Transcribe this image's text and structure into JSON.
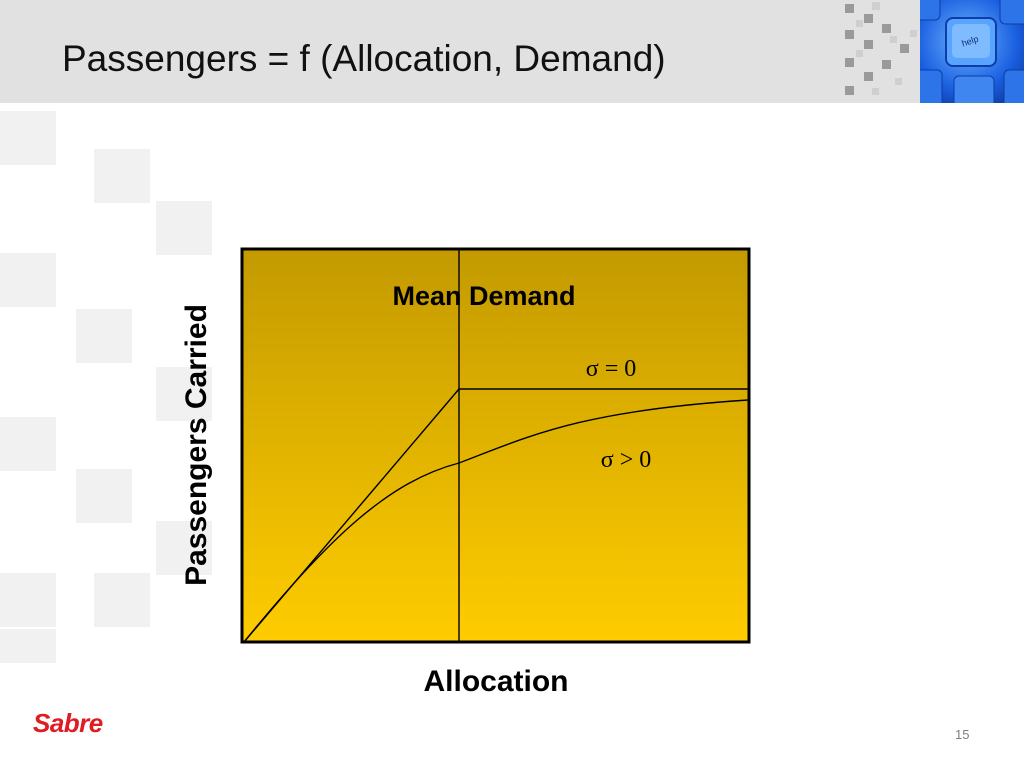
{
  "slide": {
    "title": "Passengers = f (Allocation, Demand)",
    "page_number": "15",
    "logo_text": "Sabre"
  },
  "diagram": {
    "y_axis_label": "Passengers Carried",
    "x_axis_label": "Allocation",
    "mean_demand_label": "Mean Demand",
    "curves": [
      {
        "label": "σ = 0"
      },
      {
        "label": "σ > 0"
      }
    ],
    "colors": {
      "fill_top": "#c39a00",
      "fill_bottom": "#ffcc00",
      "border": "#000000",
      "header_band": "#e1e1e1",
      "logo": "#e01b22"
    }
  },
  "icons": [
    "arrow-squares-decoration",
    "keyboard-help-photo",
    "background-squares"
  ]
}
